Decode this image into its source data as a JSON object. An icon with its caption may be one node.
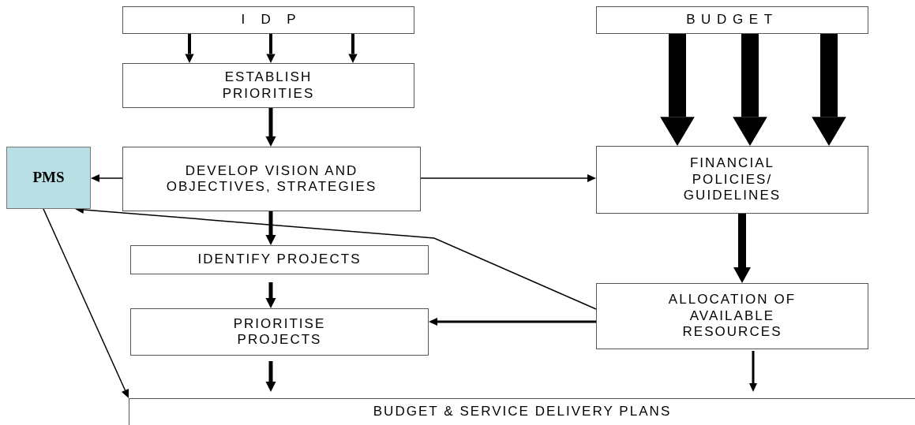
{
  "diagram": {
    "nodes": [
      {
        "text": [
          "IDP"
        ]
      },
      {
        "text": [
          "ESTABLISH PRIORITIES"
        ]
      },
      {
        "text": [
          "BUDGET"
        ]
      },
      {
        "text": [
          "PMS"
        ]
      },
      {
        "text": [
          "DEVELOP VISION AND OBJECTIVES, STRATEGIES"
        ]
      },
      {
        "text": [
          "FINANCIAL POLICIES/ GUIDELINES"
        ]
      },
      {
        "text": [
          "IDENTIFY PROJECTS"
        ]
      },
      {
        "text": [
          "PRIORITISE PROJECTS"
        ]
      },
      {
        "text": [
          "ALLOCATION OF AVAILABLE RESOURCES"
        ]
      },
      {
        "text": [
          "BUDGET & SERVICE DELIVERY PLANS"
        ]
      }
    ],
    "edges": [
      {
        "from": 0,
        "to": 1,
        "arrow": "to"
      },
      {
        "from": 0,
        "to": 1,
        "arrow": "to"
      },
      {
        "from": 0,
        "to": 1,
        "arrow": "to"
      },
      {
        "from": 2,
        "to": 5,
        "arrow": "to",
        "style": "thick"
      },
      {
        "from": 2,
        "to": 5,
        "arrow": "to",
        "style": "thick"
      },
      {
        "from": 2,
        "to": 5,
        "arrow": "to",
        "style": "thick"
      },
      {
        "from": 1,
        "to": 4,
        "arrow": "to"
      },
      {
        "from": 4,
        "to": 3,
        "arrow": "to"
      },
      {
        "from": 4,
        "to": 5,
        "arrow": "to"
      },
      {
        "from": 4,
        "to": 6,
        "arrow": "to"
      },
      {
        "from": 8,
        "to": 3,
        "arrow": "to"
      },
      {
        "from": 6,
        "to": 7,
        "arrow": "to"
      },
      {
        "from": 5,
        "to": 8,
        "arrow": "to",
        "style": "thick"
      },
      {
        "from": 8,
        "to": 7,
        "arrow": "to"
      },
      {
        "from": 7,
        "to": 9,
        "arrow": "to"
      },
      {
        "from": 8,
        "to": 9,
        "arrow": "to"
      },
      {
        "from": 3,
        "to": 9,
        "arrow": "to"
      }
    ]
  }
}
